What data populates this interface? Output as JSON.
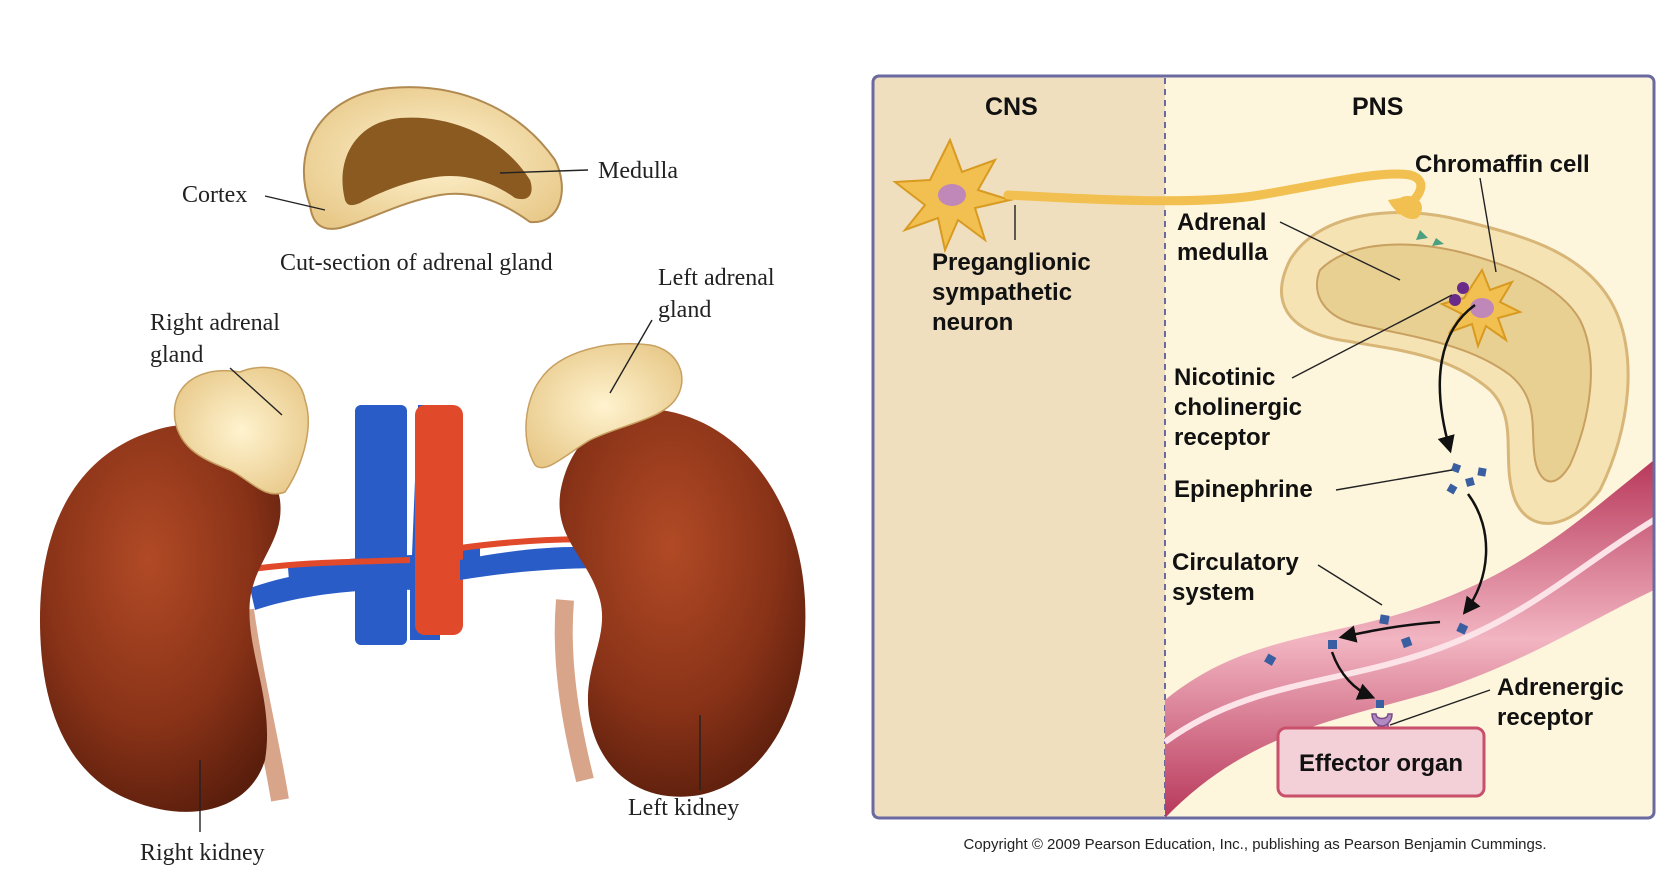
{
  "left_figure": {
    "cortex": "Cortex",
    "medulla": "Medulla",
    "cut_section": "Cut-section of adrenal gland",
    "right_adrenal": [
      "Right adrenal",
      "gland"
    ],
    "left_adrenal": [
      "Left adrenal",
      "gland"
    ],
    "right_kidney": "Right kidney",
    "left_kidney": "Left kidney"
  },
  "right_figure": {
    "cns": "CNS",
    "pns": "PNS",
    "chromaffin": "Chromaffin cell",
    "adrenal_medulla": [
      "Adrenal",
      "medulla"
    ],
    "preganglionic": [
      "Preganglionic",
      "sympathetic",
      "neuron"
    ],
    "nicotinic": [
      "Nicotinic",
      "cholinergic",
      "receptor"
    ],
    "epinephrine": "Epinephrine",
    "circulatory": [
      "Circulatory",
      "system"
    ],
    "adrenergic": [
      "Adrenergic",
      "receptor"
    ],
    "effector": "Effector organ"
  },
  "copyright": "Copyright © 2009 Pearson Education, Inc., publishing as Pearson Benjamin Cummings.",
  "colors": {
    "kidney": "#8a3318",
    "gland": "#f0dca8",
    "vein": "#2a5cc8",
    "artery": "#e04a2a",
    "cns_bg": "#efdfbf",
    "pns_bg": "#fdf5dc",
    "frame": "#6a6aa0",
    "vessel": "#c8506a",
    "neuron": "#f2c050",
    "effector_fill": "#f3d0d8",
    "effector_stroke": "#c8506a",
    "epinephrine": "#3a5fa0"
  }
}
